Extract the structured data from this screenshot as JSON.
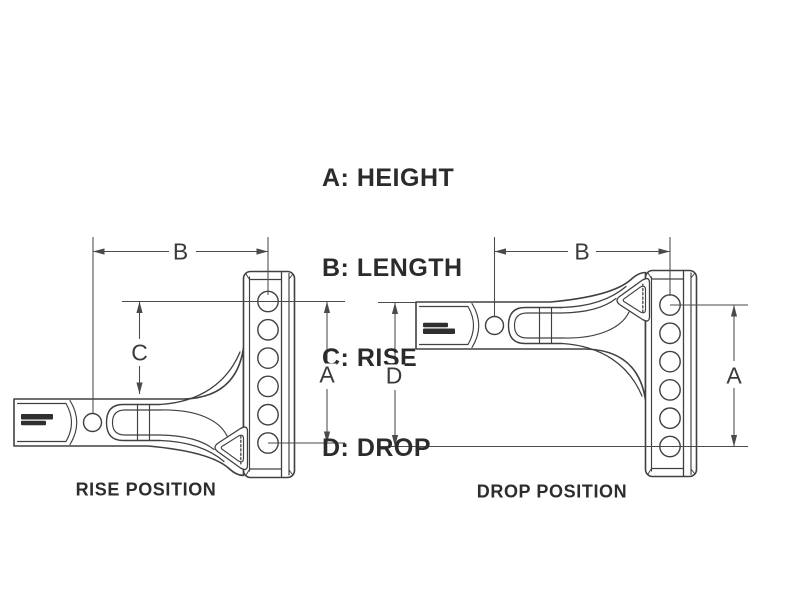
{
  "title_legend": {
    "items": [
      "A: HEIGHT",
      "B: LENGTH",
      "C: RISE",
      "D: DROP"
    ]
  },
  "figures": {
    "rise": {
      "caption": "RISE POSITION",
      "dim_labels": {
        "b": "B",
        "c": "C",
        "a": "A"
      },
      "adjustment_holes": 6
    },
    "drop": {
      "caption": "DROP POSITION",
      "dim_labels": {
        "b": "B",
        "d": "D",
        "a": "A"
      },
      "adjustment_holes": 6
    }
  },
  "colors": {
    "background": "#ffffff",
    "part_line": "#404040",
    "dimension_line": "#4a4a4a",
    "text": "#2b2b2b"
  }
}
